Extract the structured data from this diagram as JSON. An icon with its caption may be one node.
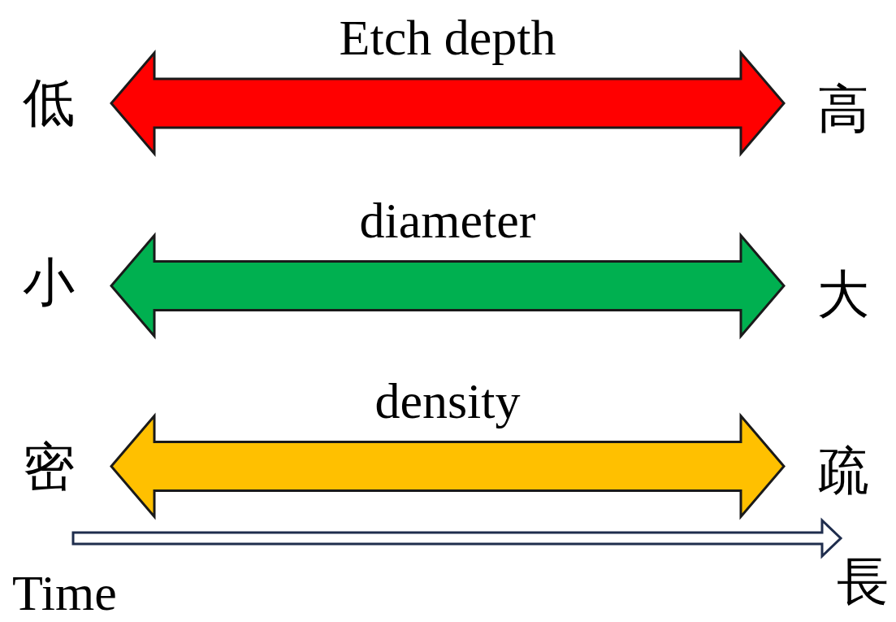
{
  "diagram": {
    "nodes": [
      {
        "text": [
          "低"
        ]
      },
      {
        "text": [
          "高"
        ]
      },
      {
        "text": [
          "小"
        ]
      },
      {
        "text": [
          "大"
        ]
      },
      {
        "text": [
          "密"
        ]
      },
      {
        "text": [
          "疏"
        ]
      }
    ],
    "edges": [
      {
        "from": 0,
        "to": 1,
        "arrow": "both",
        "label": "Etch depth",
        "color": "#ff0000"
      },
      {
        "from": 2,
        "to": 3,
        "arrow": "both",
        "label": "diameter",
        "color": "#00b050"
      },
      {
        "from": 4,
        "to": 5,
        "arrow": "both",
        "label": "density",
        "color": "#ffc000"
      }
    ],
    "labels": [
      "Time",
      "長"
    ]
  }
}
